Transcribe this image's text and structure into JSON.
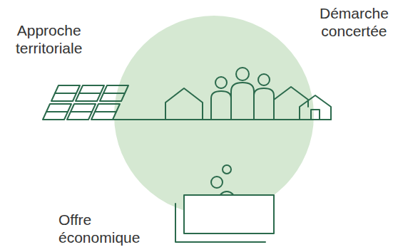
{
  "diagram": {
    "labels": [
      "Approche territoriale",
      "Démarche concertée",
      "Offre économique"
    ]
  }
}
